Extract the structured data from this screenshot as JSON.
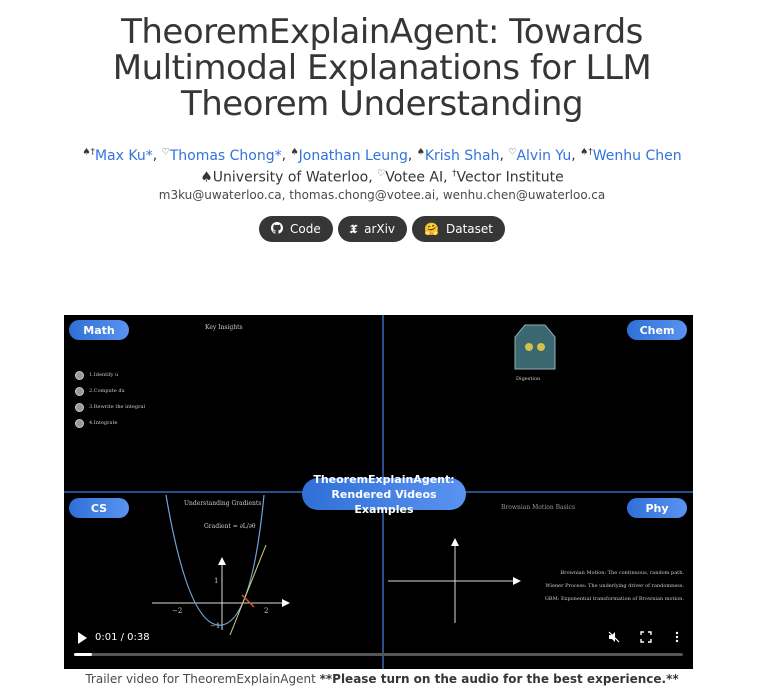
{
  "title": "TheoremExplainAgent: Towards Multimodal Explanations for LLM Theorem Understanding",
  "authors": [
    {
      "marks": "♠†",
      "name": "Max Ku*"
    },
    {
      "marks": "♡",
      "name": "Thomas Chong*"
    },
    {
      "marks": "♠",
      "name": "Jonathan Leung"
    },
    {
      "marks": "♠",
      "name": "Krish Shah"
    },
    {
      "marks": "♡",
      "name": "Alvin Yu"
    },
    {
      "marks": "♠†",
      "name": "Wenhu Chen"
    }
  ],
  "affiliations": [
    {
      "mark": "♠",
      "name": "University of Waterloo"
    },
    {
      "mark": "♡",
      "name": "Votee AI"
    },
    {
      "mark": "†",
      "name": "Vector Institute"
    }
  ],
  "emails": "m3ku@uwaterloo.ca, thomas.chong@votee.ai, wenhu.chen@uwaterloo.ca",
  "buttons": {
    "code": "Code",
    "arxiv": "arXiv",
    "dataset": "Dataset"
  },
  "video": {
    "quadrants": {
      "math": "Math",
      "chem": "Chem",
      "cs": "CS",
      "phy": "Phy"
    },
    "center_line1": "TheoremExplainAgent:",
    "center_line2": "Rendered Videos Examples",
    "key_insights": "Key Insights",
    "steps": [
      "1.Identify u",
      "2.Compute du",
      "3.Rewrite the integral",
      "4.Integrate"
    ],
    "digestion": "Digestion",
    "understanding_gradients": "Understanding Gradients",
    "gradient_formula": "Gradient = ∂L/∂θ",
    "brownian_title": "Brownian Motion Basics",
    "brownian_lines": [
      "Brownian Motion: The continuous, random path.",
      "Wiener Process: The underlying driver of randomness.",
      "GBM: Exponential transformation of Brownian motion."
    ],
    "axis_labels": {
      "neg2": "−2",
      "one": "1",
      "neg1": "−1",
      "two": "2"
    },
    "time": "0:01 / 0:38",
    "progress": 0.03
  },
  "caption_plain": "Trailer video for TheoremExplainAgent ",
  "caption_bold": "**Please turn on the audio for the best experience.**"
}
